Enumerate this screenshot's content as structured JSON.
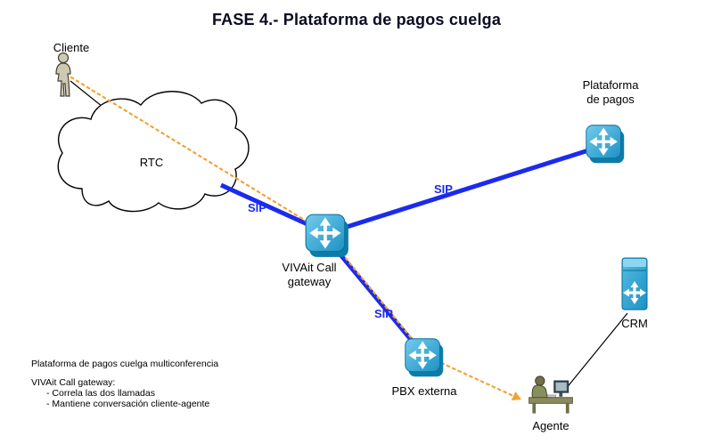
{
  "title": "FASE 4.- Plataforma de pagos cuelga",
  "nodes": {
    "cliente": {
      "label": "Cliente"
    },
    "rtc": {
      "label": "RTC"
    },
    "gateway": {
      "label": "VIVAit Call\ngateway"
    },
    "plataforma": {
      "label": "Plataforma\nde pagos"
    },
    "pbx": {
      "label": "PBX externa"
    },
    "crm": {
      "label": "CRM"
    },
    "agente": {
      "label": "Agente"
    }
  },
  "links": {
    "sip_rtc_gateway": "SIP",
    "sip_gateway_plataforma": "SIP",
    "sip_gateway_pbx": "SIP"
  },
  "notes": {
    "line1": "Plataforma de pagos cuelga multiconferencia",
    "line2": "VIVAit Call gateway:",
    "line3": "- Correla las dos llamadas",
    "line4": "- Mantiene conversación cliente-agente"
  },
  "colors": {
    "sip_line": "#1b2bee",
    "sip_label": "#1b2bee",
    "media_path_orange": "#f2a331",
    "device_blue": "#2fa8d5",
    "device_blue_dark": "#0a6d97",
    "title_text": "#0a0a23"
  }
}
